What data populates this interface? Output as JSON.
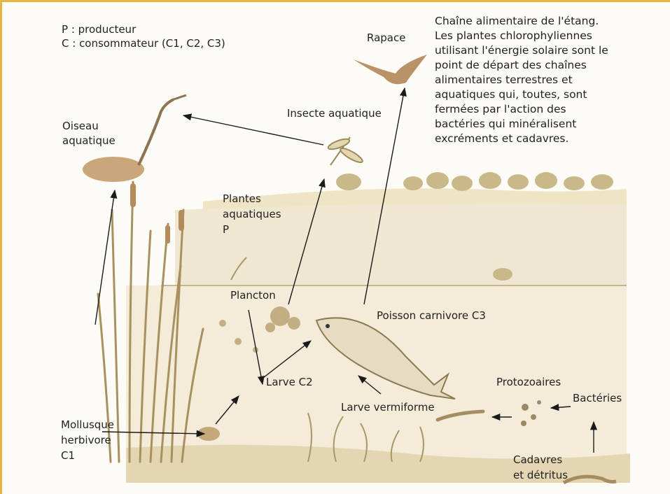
{
  "legend": {
    "line1": "P : producteur",
    "line2": "C : consommateur (C1, C2, C3)"
  },
  "description": [
    "Chaîne alimentaire de l'étang.",
    "Les plantes chlorophyliennes",
    "utilisant l'énergie solaire sont le",
    "point de départ des chaînes",
    "alimentaires terrestres et",
    "aquatiques qui, toutes, sont",
    "fermées par l'action des",
    "bactéries qui minéralisent",
    "excréments et cadavres."
  ],
  "labels": {
    "rapace": "Rapace",
    "insecte": "Insecte aquatique",
    "oiseau_1": "Oiseau",
    "oiseau_2": "aquatique",
    "plantes_1": "Plantes",
    "plantes_2": "aquatiques",
    "plantes_3": "P",
    "plancton": "Plancton",
    "poisson": "Poisson carnivore C3",
    "larve_c2": "Larve C2",
    "larve_verm": "Larve vermiforme",
    "protozoaires": "Protozoaires",
    "bacteries": "Bactéries",
    "mollusque_1": "Mollusque",
    "mollusque_2": "herbivore",
    "mollusque_3": "C1",
    "cadavres_1": "Cadavres",
    "cadavres_2": "et détritus"
  },
  "colors": {
    "frame_accent": "#e8b445",
    "arrow": "#1a1a1a"
  }
}
